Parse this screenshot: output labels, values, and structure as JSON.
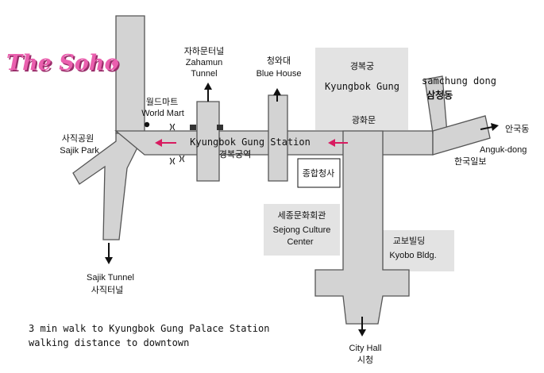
{
  "brand": {
    "name": "The Soho"
  },
  "colors": {
    "road": "#d3d3d3",
    "road_edge": "#555555",
    "area": "#e3e3e3",
    "arrow": "#d81b60",
    "logo": "#ea5fae",
    "logo_shadow": "#9a2d6a",
    "ink": "#111111"
  },
  "labels": {
    "zahamun_kr": "자하문터널",
    "zahamun_en1": "Zahamun",
    "zahamun_en2": "Tunnel",
    "bluehouse_kr": "청와대",
    "bluehouse_en": "Blue House",
    "gyeongbok_kr": "경복궁",
    "gyeongbok_en": "Kyungbok Gung",
    "gwanghwamun_kr": "광화문",
    "samchung_en": "samchung dong",
    "samchung_kr": "삼청동",
    "worldmart_kr": "월드마트",
    "worldmart_en": "World Mart",
    "sajikpark_kr": "사직공원",
    "sajikpark_en": "Sajik Park",
    "station_en": "Kyungbok Gung Station",
    "station_kr": "경복궁역",
    "anguk_kr": "안국동",
    "anguk_en": "Anguk-dong",
    "hankook_kr": "한국일보",
    "govcomplex_kr": "종합청사",
    "sejong_kr": "세종문화회관",
    "sejong_en1": "Sejong Culture",
    "sejong_en2": "Center",
    "kyobo_kr": "교보빌딩",
    "kyobo_en": "Kyobo Bldg.",
    "sajiktunnel_en": "Sajik Tunnel",
    "sajiktunnel_kr": "사직터널",
    "cityhall_en": "City Hall",
    "cityhall_kr": "시청"
  },
  "notes": {
    "line1": "3 min walk to Kyungbok Gung Palace Station",
    "line2": "walking distance to downtown"
  },
  "icons": [
    "exit-arrow-icon",
    "station-direction-arrow-icon",
    "world-mart-dot-icon",
    "tunnel-mark-icon"
  ]
}
